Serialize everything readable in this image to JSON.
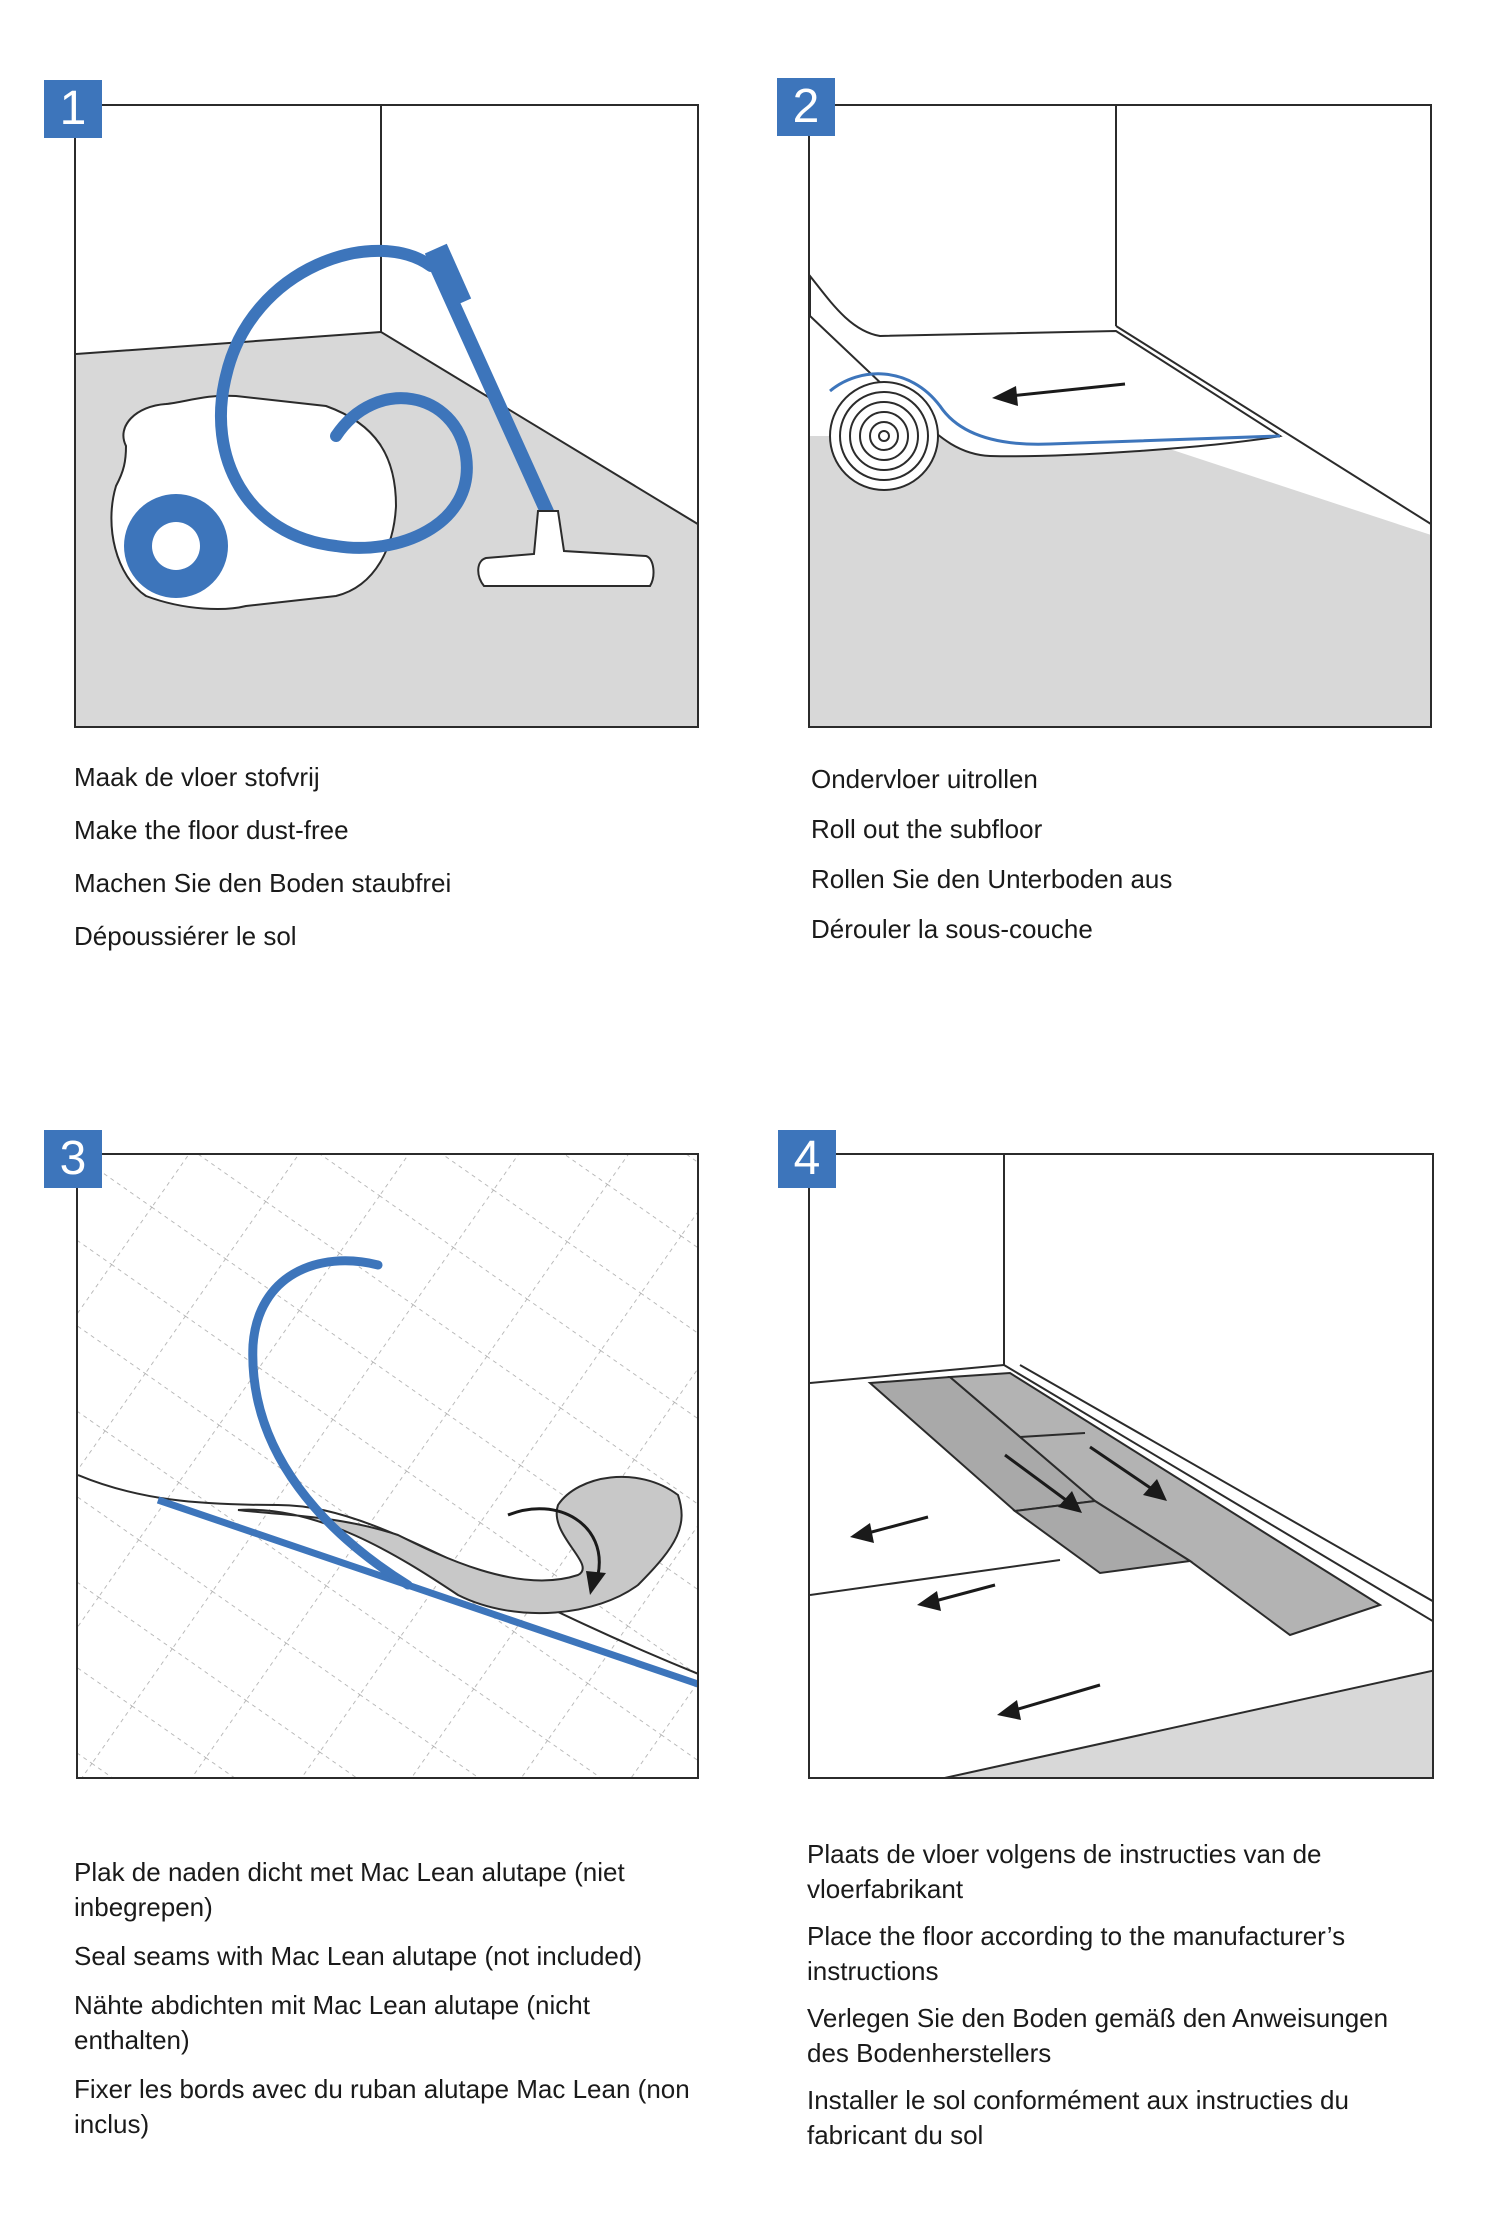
{
  "steps": [
    {
      "number": "1",
      "illustration": "vacuum-cleaner",
      "lines": [
        "Maak de vloer stofvrij",
        "Make the floor dust-free",
        "Machen Sie den Boden staubfrei",
        "Dépoussiérer le sol"
      ]
    },
    {
      "number": "2",
      "illustration": "subfloor-roll",
      "lines": [
        "Ondervloer uitrollen",
        "Roll out the subfloor",
        "Rollen Sie den Unterboden  aus",
        "Dérouler la sous-couche"
      ]
    },
    {
      "number": "3",
      "illustration": "alutape-seam",
      "lines": [
        "Plak de naden dicht met Mac Lean alutape (niet inbegrepen)",
        "Seal seams with Mac Lean alutape (not included)",
        "Nähte abdichten mit Mac Lean alutape (nicht enthalten)",
        "Fixer les bords avec du ruban alutape Mac Lean (non inclus)"
      ]
    },
    {
      "number": "4",
      "illustration": "floor-planks",
      "lines": [
        "Plaats de vloer volgens de instructies van de vloerfabrikant",
        "Place the floor according to the manufacturer’s instructions",
        "Verlegen Sie den Boden gemäß den Anweisungen des Bodenherstellers",
        "Installer le sol conformément aux instructies du fabricant du sol"
      ]
    }
  ],
  "colors": {
    "accent": "#3d75bb",
    "floor": "#d8d8d8",
    "line": "#2b2b2b",
    "plank": "#a9a9a9"
  }
}
